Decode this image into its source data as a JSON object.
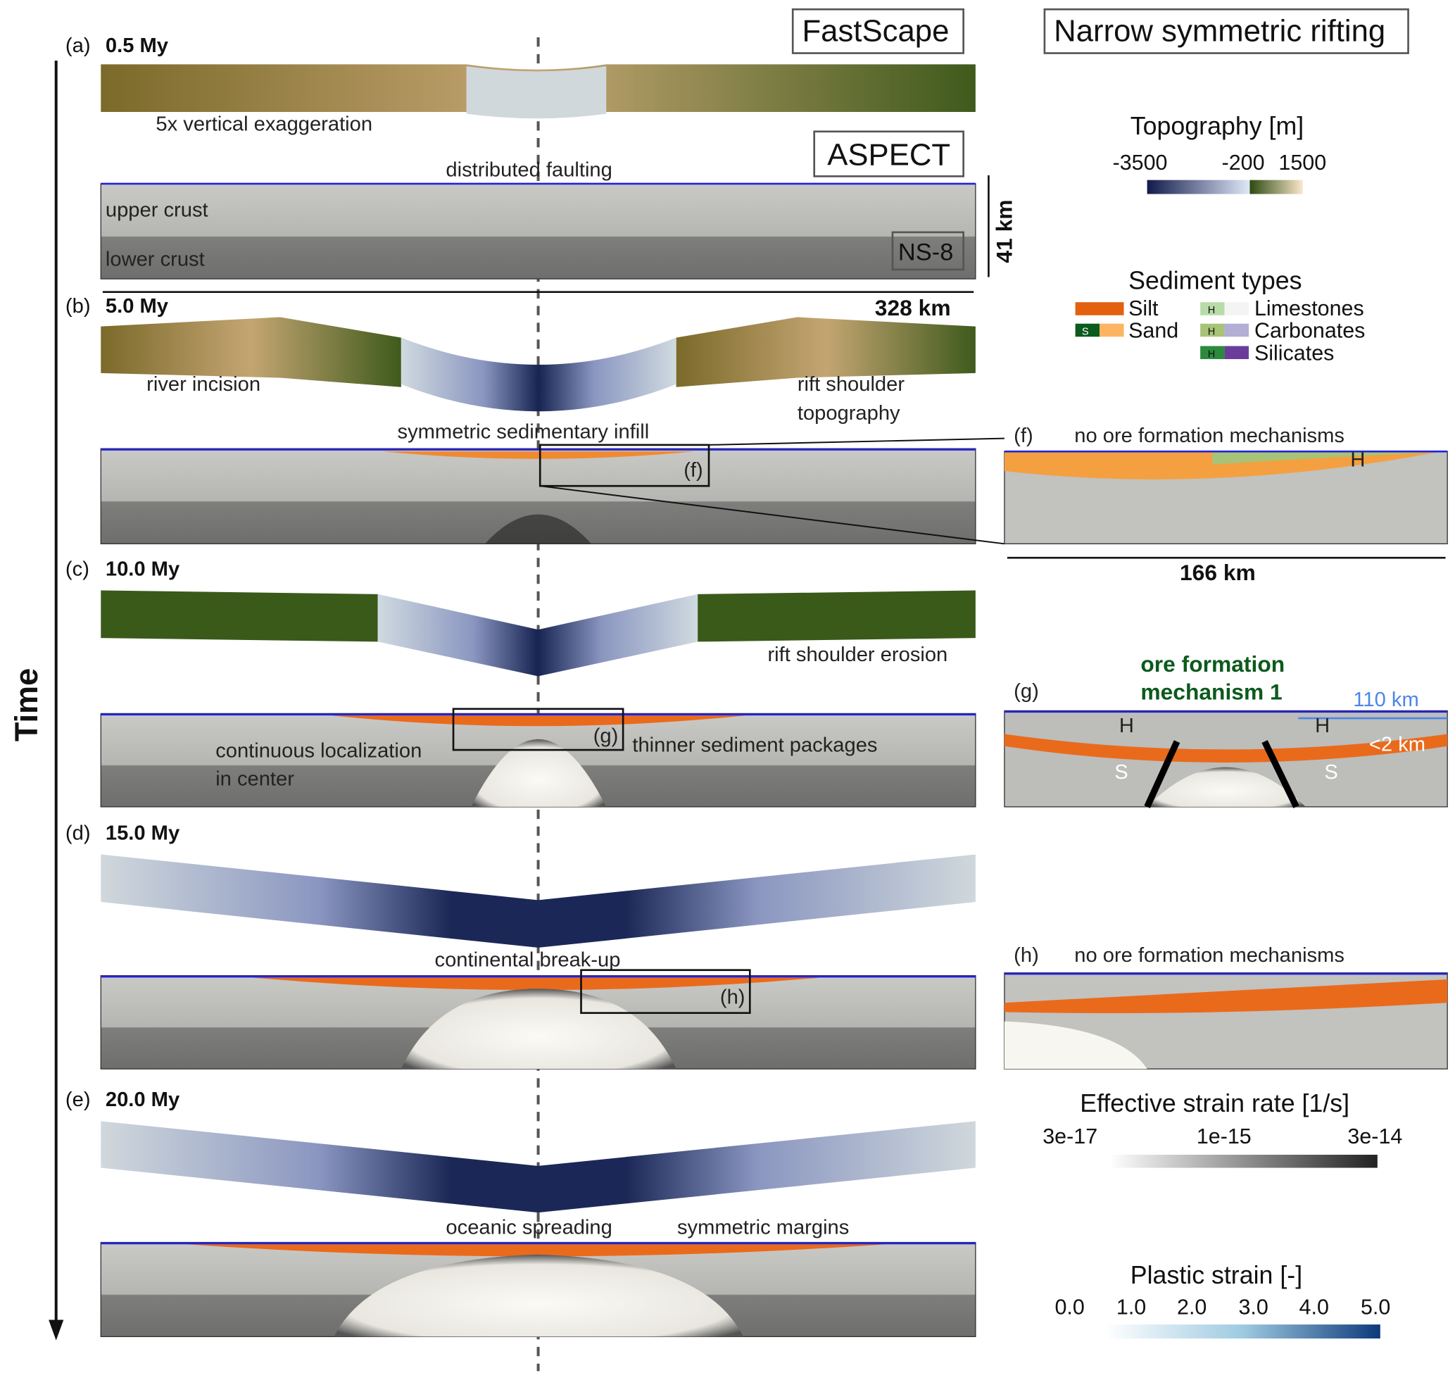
{
  "header": {
    "model_label": "FastScape",
    "scenario_label": "Narrow symmetric rifting",
    "aspect_label": "ASPECT"
  },
  "axis": {
    "time_label": "Time"
  },
  "panels": [
    {
      "id": "(a)",
      "time": "0.5 My",
      "notes": [
        "5x vertical exaggeration",
        "distributed faulting",
        "upper crust",
        "lower crust"
      ],
      "model_id": "NS-8",
      "depth_scale": "41 km",
      "width_scale": "328 km"
    },
    {
      "id": "(b)",
      "time": "5.0 My",
      "notes": [
        "river incision",
        "rift shoulder",
        "topography",
        "symmetric sedimentary infill"
      ],
      "inset_tag": "(f)"
    },
    {
      "id": "(c)",
      "time": "10.0 My",
      "notes": [
        "rift shoulder erosion",
        "continuous localization",
        "in center",
        "thinner sediment packages"
      ],
      "inset_tag": "(g)"
    },
    {
      "id": "(d)",
      "time": "15.0 My",
      "notes": [
        "continental break-up"
      ],
      "inset_tag": "(h)"
    },
    {
      "id": "(e)",
      "time": "20.0 My",
      "notes": [
        "oceanic spreading",
        "symmetric margins"
      ]
    }
  ],
  "insets": {
    "f": {
      "id": "(f)",
      "title": "no ore formation mechanisms",
      "marker": "H",
      "width_scale": "166 km"
    },
    "g": {
      "id": "(g)",
      "title_line1": "ore formation",
      "title_line2": "mechanism 1",
      "distance": "110 km",
      "thickness": "<2 km",
      "marker_h": "H",
      "marker_s": "S"
    },
    "h": {
      "id": "(h)",
      "title": "no ore formation mechanisms"
    }
  },
  "legends": {
    "topography": {
      "title": "Topography [m]",
      "ticks": [
        "-3500",
        "-200",
        "1500"
      ]
    },
    "sediments": {
      "title": "Sediment types",
      "items": [
        "Silt",
        "Sand",
        "Limestones",
        "Carbonates",
        "Silicates"
      ],
      "sand_marker": "S",
      "hemi_marker": "H"
    },
    "strain_rate": {
      "title": "Effective strain rate [1/s]",
      "ticks": [
        "3e-17",
        "1e-15",
        "3e-14"
      ]
    },
    "plastic_strain": {
      "title": "Plastic strain [-]",
      "ticks": [
        "0.0",
        "1.0",
        "2.0",
        "3.0",
        "4.0",
        "5.0"
      ]
    }
  },
  "colors": {
    "silt": "#e3600f",
    "sand": "#fdb462",
    "sand_marker": "#0b5a1e",
    "limestone": "#f4f4f4",
    "limestone_marker": "#b8dca8",
    "carbonate": "#b3aed4",
    "carbonate_marker": "#a7c378",
    "silicate": "#6a3d9a",
    "silicate_marker": "#2b8a3e",
    "sea_level": "#2222dd",
    "ore_title": "#0c5a1c",
    "distance": "#4a86e8"
  }
}
